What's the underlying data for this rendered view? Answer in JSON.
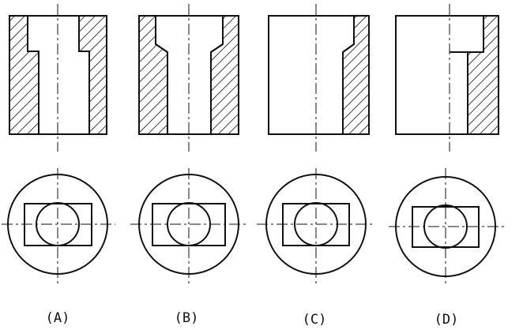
{
  "options": [
    {
      "id": "A",
      "label": "(A)",
      "variant": "stepped-bore-full-section"
    },
    {
      "id": "B",
      "label": "(B)",
      "variant": "chamfered-stepped-bore-full-section"
    },
    {
      "id": "C",
      "label": "(C)",
      "variant": "stepped-bore-half-section"
    },
    {
      "id": "D",
      "label": "(D)",
      "variant": "stepped-bore-half-section-alt"
    }
  ],
  "colors": {
    "line": "#111111",
    "hatch": "#111111",
    "background": "#ffffff"
  }
}
